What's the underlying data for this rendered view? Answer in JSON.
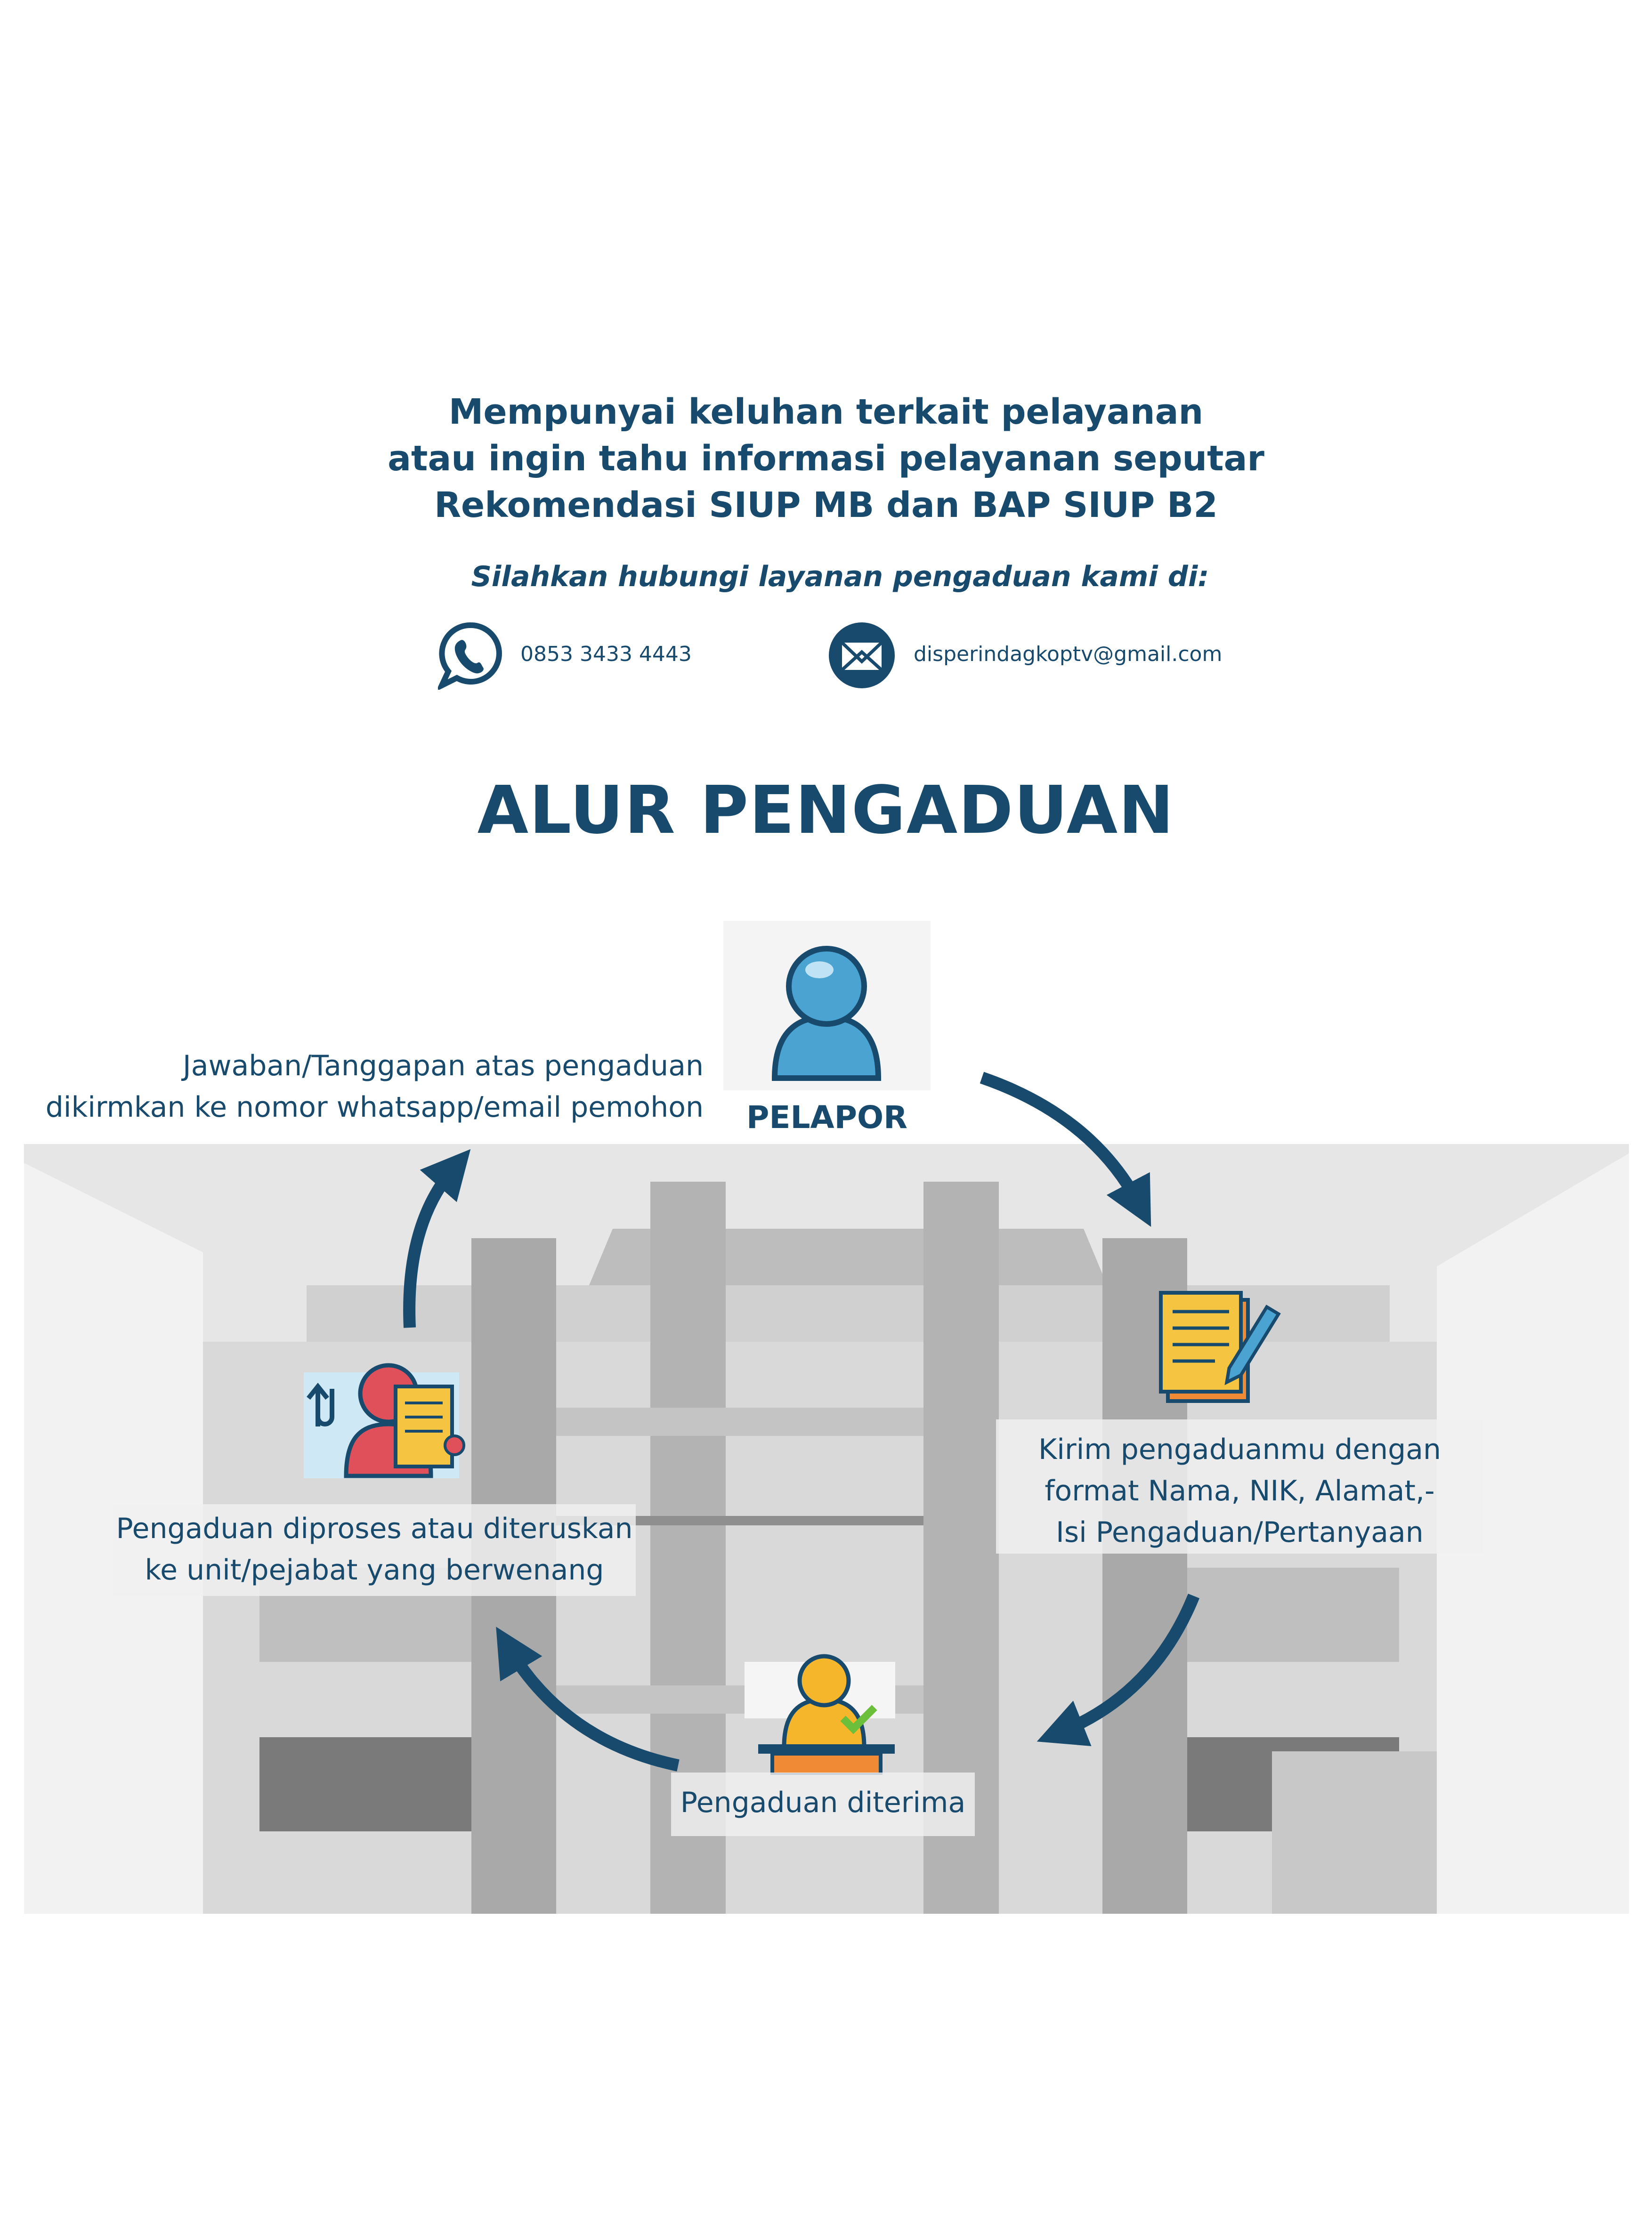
{
  "header": {
    "lines": [
      "Mempunyai keluhan terkait pelayanan",
      "atau ingin tahu informasi pelayanan seputar",
      "Rekomendasi SIUP MB dan BAP SIUP B2"
    ],
    "subtitle": "Silahkan hubungi layanan pengaduan kami di:"
  },
  "contacts": {
    "phone": {
      "icon": "whatsapp-icon",
      "value": "0853 3433 4443"
    },
    "email": {
      "icon": "envelope-icon",
      "value": "disperindagkoptv@gmail.com"
    }
  },
  "flow": {
    "title": "ALUR PENGADUAN",
    "reporter_label": "PELAPOR",
    "steps": {
      "send": [
        "Kirim pengaduanmu dengan",
        "format Nama, NIK, Alamat,-",
        "Isi Pengaduan/Pertanyaan"
      ],
      "received": [
        "Pengaduan diterima"
      ],
      "processed": [
        "Pengaduan diproses atau diteruskan",
        "ke unit/pejabat yang berwenang"
      ],
      "reply": [
        "Jawaban/Tanggapan atas pengaduan",
        "dikirmkan ke nomor whatsapp/email pemohon"
      ]
    }
  },
  "colors": {
    "primary": "#174a6c",
    "person_blue": "#4aa3d1",
    "orange": "#f08a34",
    "yellow": "#f5b62b",
    "red": "#e0505a"
  }
}
